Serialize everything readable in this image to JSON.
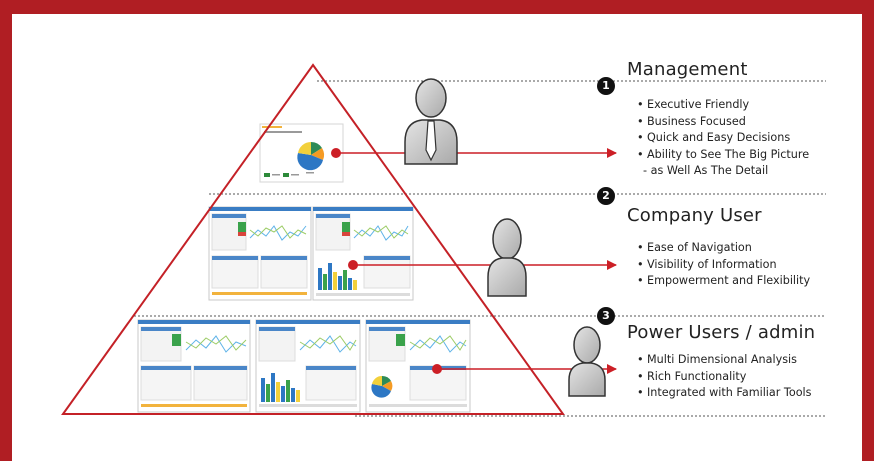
{
  "colors": {
    "frame": "#b01e23",
    "arrow": "#cc1f26",
    "pyramid": "#c42127",
    "person": "#c9c9c9",
    "badge": "#111111"
  },
  "levels": [
    {
      "number": "1",
      "title": "Management",
      "bullets": [
        "Executive Friendly",
        "Business Focused",
        "Quick and Easy Decisions",
        "Ability to See The Big Picture"
      ],
      "continuation": "- as Well As The Detail",
      "icon": "person-with-tie-icon"
    },
    {
      "number": "2",
      "title": "Company User",
      "bullets": [
        "Ease of Navigation",
        "Visibility of Information",
        "Empowerment and Flexibility"
      ],
      "icon": "person-icon"
    },
    {
      "number": "3",
      "title": "Power Users / admin",
      "bullets": [
        "Multi Dimensional Analysis",
        "Rich Functionality",
        "Integrated with Familiar Tools"
      ],
      "icon": "person-icon"
    }
  ]
}
